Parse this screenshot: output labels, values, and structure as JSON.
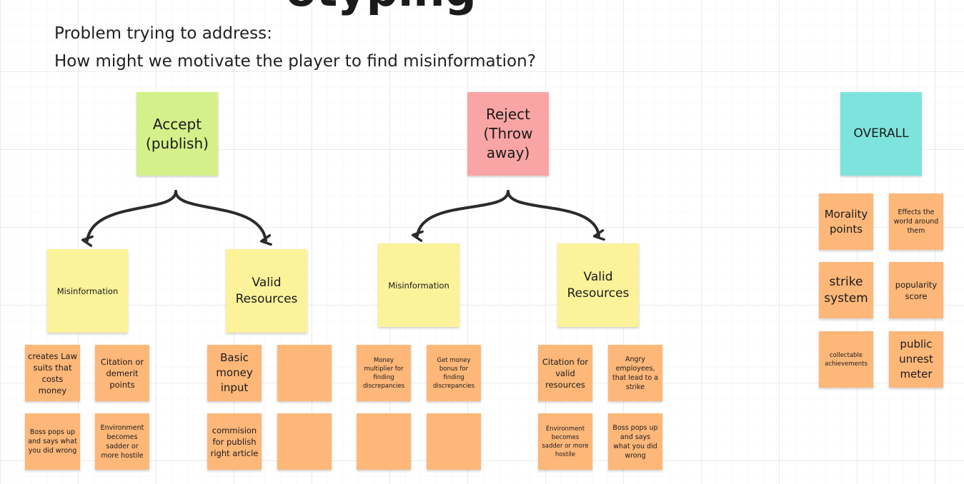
{
  "header": {
    "title_partial": "otyping",
    "problem_line1": "Problem trying to address:",
    "problem_line2": "How might we motivate the player to find misinformation?"
  },
  "accept": {
    "label": "Accept (publish)",
    "misinfo": {
      "label": "Misinformation",
      "notes": [
        "creates Law suits that costs money",
        "Citation or demerit points",
        "Boss pops up and says what you did wrong",
        "Environment becomes sadder or more hostile"
      ]
    },
    "valid": {
      "label": "Valid Resources",
      "notes": [
        "Basic money input",
        "",
        "commision for publish right article",
        ""
      ]
    }
  },
  "reject": {
    "label": "Reject (Throw away)",
    "misinfo": {
      "label": "Misinformation",
      "notes": [
        "Money multiplier for finding discrepancies",
        "Get money bonus for finding discrepancies",
        "",
        ""
      ]
    },
    "valid": {
      "label": "Valid Resources",
      "notes": [
        "Citation for valid resources",
        "Angry employees, that lead to a strike",
        "Environment becomes sadder or more hostile",
        "Boss pops up and says what you did wrong"
      ]
    }
  },
  "overall": {
    "label": "OVERALL",
    "notes": [
      "Morality points",
      "Effects the world around them",
      "strike system",
      "popularity score",
      "collectable achievements",
      "public unrest meter"
    ]
  },
  "colors": {
    "accept": "#d4f08a",
    "reject": "#f9a5a5",
    "overall": "#7ee3dc",
    "category": "#fbf29a",
    "idea": "#fdb779",
    "connector": "#2b2b2b"
  }
}
